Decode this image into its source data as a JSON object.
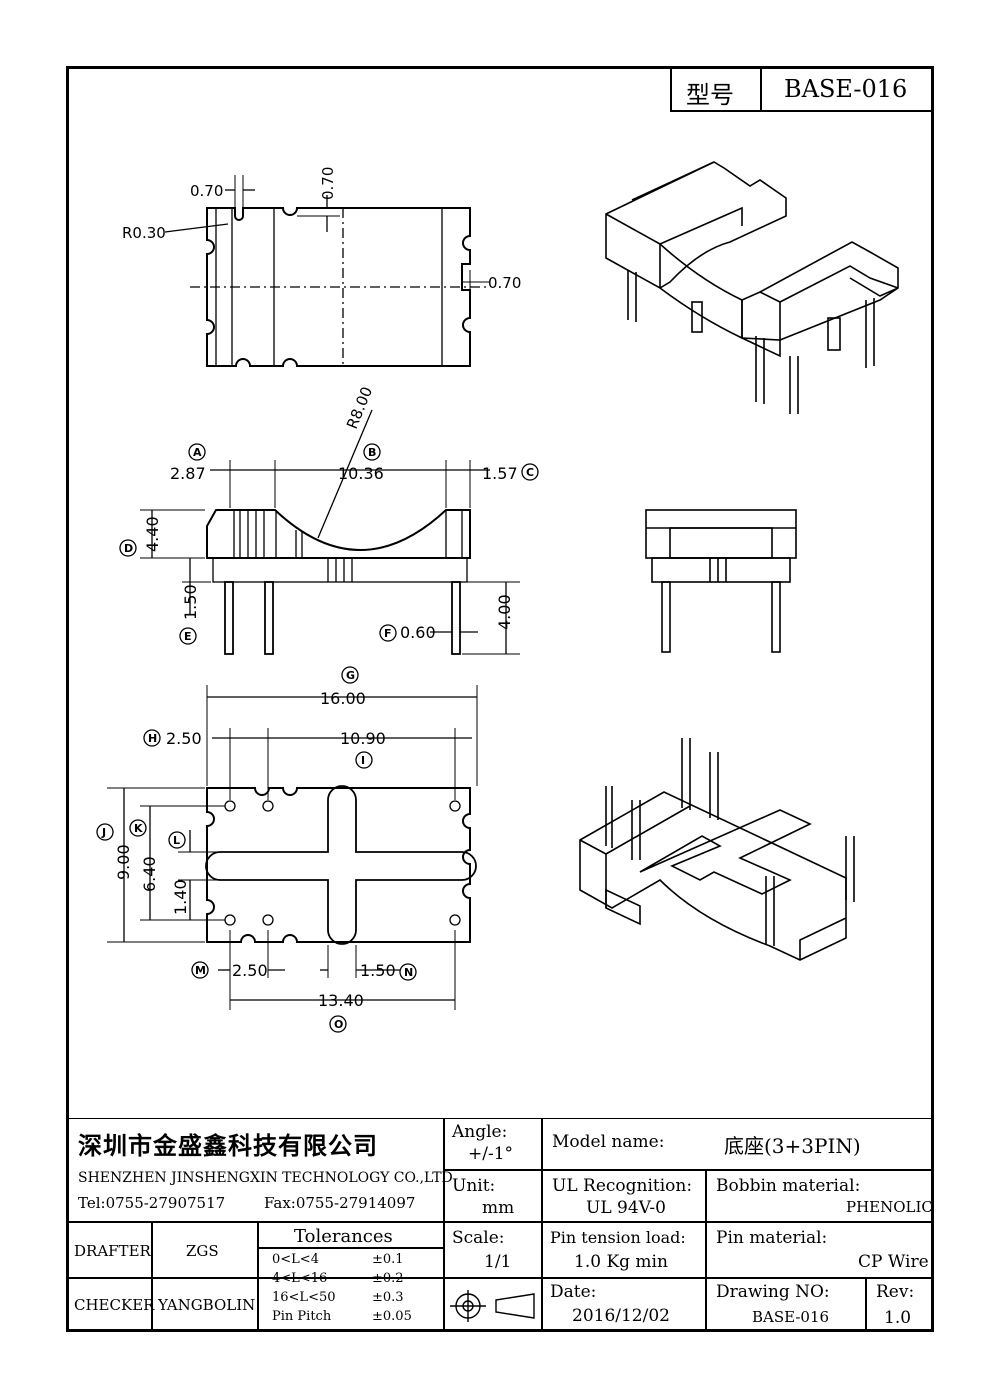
{
  "model": {
    "label_cn": "型号",
    "value": "BASE-016"
  },
  "dims": {
    "top": {
      "notch_w": "0.70",
      "notch_d": "0.70",
      "radius": "R0.30",
      "side_notch": "0.70"
    },
    "side": {
      "A": "A",
      "A_val": "2.87",
      "B": "B",
      "B_val": "10.36",
      "C": "C",
      "C_val": "1.57",
      "arc": "R8.00",
      "D": "D",
      "D_val": "4.40",
      "E": "E",
      "E_val": "1.50",
      "F": "F",
      "F_val": "0.60",
      "pin_len": "4.00"
    },
    "bottom": {
      "G": "G",
      "G_val": "16.00",
      "H": "H",
      "H_val": "2.50",
      "I": "I",
      "I_val": "10.90",
      "J": "J",
      "J_val": "9.00",
      "K": "K",
      "K_val": "6.40",
      "L": "L",
      "L_val": "1.40",
      "M": "M",
      "M_val": "2.50",
      "N": "N",
      "N_val": "1.50",
      "O": "O",
      "O_val": "13.40"
    }
  },
  "title_block": {
    "company_cn": "深圳市金盛鑫科技有限公司",
    "company_en": "SHENZHEN JINSHENGXIN TECHNOLOGY CO.,LTD",
    "tel": "Tel:0755-27907517",
    "fax": "Fax:0755-27914097",
    "angle_label": "Angle:",
    "angle_value": "+/-1°",
    "model_name_label": "Model name:",
    "model_name_value": "底座(3+3PIN)",
    "unit_label": "Unit:",
    "unit_value": "mm",
    "ul_label": "UL Recognition:",
    "ul_value": "UL 94V-0",
    "bobbin_label": "Bobbin material:",
    "bobbin_value": "PHENOLIC",
    "drafter_label": "DRAFTER",
    "drafter_value": "ZGS",
    "tolerances_label": "Tolerances",
    "tol_rows": [
      {
        "range": "0<L<4",
        "tol": "±0.1"
      },
      {
        "range": "4<L<16",
        "tol": "±0.2"
      },
      {
        "range": "16<L<50",
        "tol": "±0.3"
      },
      {
        "range": "Pin Pitch",
        "tol": "±0.05"
      }
    ],
    "scale_label": "Scale:",
    "scale_value": "1/1",
    "pin_tension_label": "Pin tension load:",
    "pin_tension_value": "1.0 Kg min",
    "pin_material_label": "Pin material:",
    "pin_material_value": "CP Wire",
    "checker_label": "CHECKER",
    "checker_value": "YANGBOLIN",
    "date_label": "Date:",
    "date_value": "2016/12/02",
    "drawing_no_label": "Drawing NO:",
    "drawing_no_value": "BASE-016",
    "rev_label": "Rev:",
    "rev_value": "1.0"
  }
}
